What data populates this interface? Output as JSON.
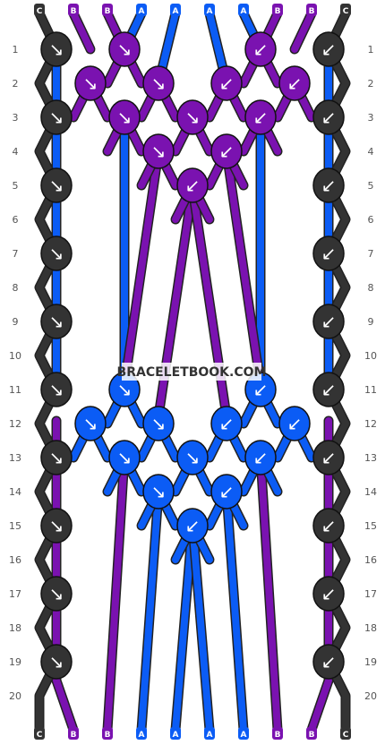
{
  "watermark": "BRACELETBOOK.COM",
  "strands_top": [
    "C",
    "B",
    "B",
    "A",
    "A",
    "A",
    "A",
    "B",
    "B",
    "C"
  ],
  "strands_bottom": [
    "C",
    "B",
    "B",
    "A",
    "A",
    "A",
    "A",
    "B",
    "B",
    "C"
  ],
  "row_numbers": [
    "1",
    "2",
    "3",
    "4",
    "5",
    "6",
    "7",
    "8",
    "9",
    "10",
    "11",
    "12",
    "13",
    "14",
    "15",
    "16",
    "17",
    "18",
    "19",
    "20"
  ],
  "colors": {
    "A": "#0b5cf5",
    "B": "#7a12b0",
    "C": "#333333"
  },
  "knots": [
    {
      "row": 1,
      "col": 0,
      "color": "C",
      "dir": "↘"
    },
    {
      "row": 1,
      "col": 2,
      "color": "B",
      "dir": "↘"
    },
    {
      "row": 1,
      "col": 6,
      "color": "B",
      "dir": "↙"
    },
    {
      "row": 1,
      "col": 8,
      "color": "C",
      "dir": "↙"
    },
    {
      "row": 2,
      "col": 1,
      "color": "B",
      "dir": "↘"
    },
    {
      "row": 2,
      "col": 3,
      "color": "B",
      "dir": "↘"
    },
    {
      "row": 2,
      "col": 5,
      "color": "B",
      "dir": "↙"
    },
    {
      "row": 2,
      "col": 7,
      "color": "B",
      "dir": "↙"
    },
    {
      "row": 3,
      "col": 0,
      "color": "C",
      "dir": "↘"
    },
    {
      "row": 3,
      "col": 2,
      "color": "B",
      "dir": "↘"
    },
    {
      "row": 3,
      "col": 4,
      "color": "B",
      "dir": "↘"
    },
    {
      "row": 3,
      "col": 6,
      "color": "B",
      "dir": "↙"
    },
    {
      "row": 3,
      "col": 8,
      "color": "C",
      "dir": "↙"
    },
    {
      "row": 4,
      "col": 3,
      "color": "B",
      "dir": "↘"
    },
    {
      "row": 4,
      "col": 5,
      "color": "B",
      "dir": "↙"
    },
    {
      "row": 5,
      "col": 0,
      "color": "C",
      "dir": "↘"
    },
    {
      "row": 5,
      "col": 4,
      "color": "B",
      "dir": "↙"
    },
    {
      "row": 5,
      "col": 8,
      "color": "C",
      "dir": "↙"
    },
    {
      "row": 7,
      "col": 0,
      "color": "C",
      "dir": "↘"
    },
    {
      "row": 7,
      "col": 8,
      "color": "C",
      "dir": "↙"
    },
    {
      "row": 9,
      "col": 0,
      "color": "C",
      "dir": "↘"
    },
    {
      "row": 9,
      "col": 8,
      "color": "C",
      "dir": "↙"
    },
    {
      "row": 11,
      "col": 0,
      "color": "C",
      "dir": "↘"
    },
    {
      "row": 11,
      "col": 2,
      "color": "A",
      "dir": "↘"
    },
    {
      "row": 11,
      "col": 6,
      "color": "A",
      "dir": "↙"
    },
    {
      "row": 11,
      "col": 8,
      "color": "C",
      "dir": "↙"
    },
    {
      "row": 12,
      "col": 1,
      "color": "A",
      "dir": "↘"
    },
    {
      "row": 12,
      "col": 3,
      "color": "A",
      "dir": "↘"
    },
    {
      "row": 12,
      "col": 5,
      "color": "A",
      "dir": "↙"
    },
    {
      "row": 12,
      "col": 7,
      "color": "A",
      "dir": "↙"
    },
    {
      "row": 13,
      "col": 0,
      "color": "C",
      "dir": "↘"
    },
    {
      "row": 13,
      "col": 2,
      "color": "A",
      "dir": "↘"
    },
    {
      "row": 13,
      "col": 4,
      "color": "A",
      "dir": "↘"
    },
    {
      "row": 13,
      "col": 6,
      "color": "A",
      "dir": "↙"
    },
    {
      "row": 13,
      "col": 8,
      "color": "C",
      "dir": "↙"
    },
    {
      "row": 14,
      "col": 3,
      "color": "A",
      "dir": "↘"
    },
    {
      "row": 14,
      "col": 5,
      "color": "A",
      "dir": "↙"
    },
    {
      "row": 15,
      "col": 0,
      "color": "C",
      "dir": "↘"
    },
    {
      "row": 15,
      "col": 4,
      "color": "A",
      "dir": "↙"
    },
    {
      "row": 15,
      "col": 8,
      "color": "C",
      "dir": "↙"
    },
    {
      "row": 17,
      "col": 0,
      "color": "C",
      "dir": "↘"
    },
    {
      "row": 17,
      "col": 8,
      "color": "C",
      "dir": "↙"
    },
    {
      "row": 19,
      "col": 0,
      "color": "C",
      "dir": "↘"
    },
    {
      "row": 19,
      "col": 8,
      "color": "C",
      "dir": "↙"
    }
  ]
}
